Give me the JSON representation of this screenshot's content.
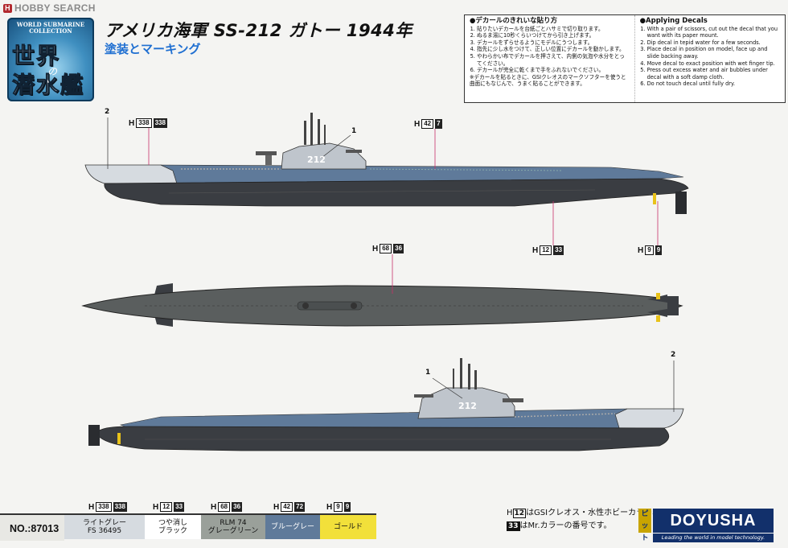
{
  "watermark": {
    "icon": "H",
    "text": "HOBBY SEARCH"
  },
  "logo": {
    "series": "WORLD SUBMARINE COLLECTION",
    "line1": "世界",
    "connector": "の",
    "line2": "潜水艦"
  },
  "title": "アメリカ海軍  SS-212 ガトー 1944年",
  "subtitle": "塗装とマーキング",
  "instructions": {
    "ja": {
      "heading": "●デカールのきれいな貼り方",
      "steps": [
        "貼りたいデカールを台紙ごとハサミで切り取ります。",
        "ぬるま湯に10秒くらいつけてから引き上げます。",
        "デカールをずらせるようにモデルにうつします。",
        "指先に少し水をつけて、正しい位置にデカールを動かします。",
        "やわらかい布でデカールを押さえて、内側の気泡や水分をとってください。",
        "デカールが完全に乾くまで手をふれないでください。"
      ],
      "note": "※デカールを貼るときに、GSIクレオスのマークソフターを使うと曲面にもなじんで、うまく貼ることができます。"
    },
    "en": {
      "heading": "●Applying Decals",
      "steps": [
        "With a pair of scissors, cut out the decal that you want with its paper mount.",
        "Dip decal in tepid water for a few seconds.",
        "Place decal in position on model, face up and slide backing away.",
        "Move decal to exact position with wet finger tip.",
        "Press out excess water and air bubbles under decal with a soft damp cloth.",
        "Do not touch decal until fully dry."
      ]
    }
  },
  "callouts": {
    "c1_top": "1",
    "c2_top": "2",
    "c1_bottom": "1",
    "c2_bottom": "2",
    "hull_number": "212"
  },
  "color_refs": {
    "top_left": {
      "h": "H",
      "a": "338",
      "b": "338"
    },
    "top_mid": {
      "h": "H",
      "a": "42",
      "b": "7"
    },
    "top_hull": {
      "h": "H",
      "a": "12",
      "b": "33"
    },
    "top_prop": {
      "h": "H",
      "a": "9",
      "b": "9"
    },
    "plan_deck": {
      "h": "H",
      "a": "68",
      "b": "36"
    }
  },
  "legend": [
    {
      "h": "H",
      "a": "338",
      "b": "338",
      "line1": "ライトグレー",
      "line2": "FS 36495",
      "color": "#d6dbe0"
    },
    {
      "h": "H",
      "a": "12",
      "b": "33",
      "line1": "つや消し",
      "line2": "ブラック",
      "color": "#ffffff"
    },
    {
      "h": "H",
      "a": "68",
      "b": "36",
      "line1": "RLM 74",
      "line2": "グレーグリーン",
      "color": "#9aa09a"
    },
    {
      "h": "H",
      "a": "42",
      "b": "72",
      "line1": "ブルーグレー",
      "line2": "",
      "color": "#5f7a9a"
    },
    {
      "h": "H",
      "a": "9",
      "b": "9",
      "line1": "ゴールド",
      "line2": "",
      "color": "#f2e03a"
    }
  ],
  "product_no": "NO.:87013",
  "footnote": {
    "line1_code": "12",
    "line1_prefix": "H",
    "line1_text": "はGSIクレオス・水性ホビーカラー、",
    "line2_code": "33",
    "line2_text": "はMr.カラーの番号です。"
  },
  "brand": {
    "mark": "ピット",
    "name": "DOYUSHA",
    "tagline": "Leading the world in model technology."
  },
  "colors": {
    "hull_dark": "#3a3d42",
    "blue_gray": "#5f7a9a",
    "light_gray": "#d6dbe0",
    "deck": "#5a5e5e",
    "gold": "#e8c21a",
    "accent_red": "#c8326a",
    "subtitle_blue": "#1f6fd1"
  }
}
